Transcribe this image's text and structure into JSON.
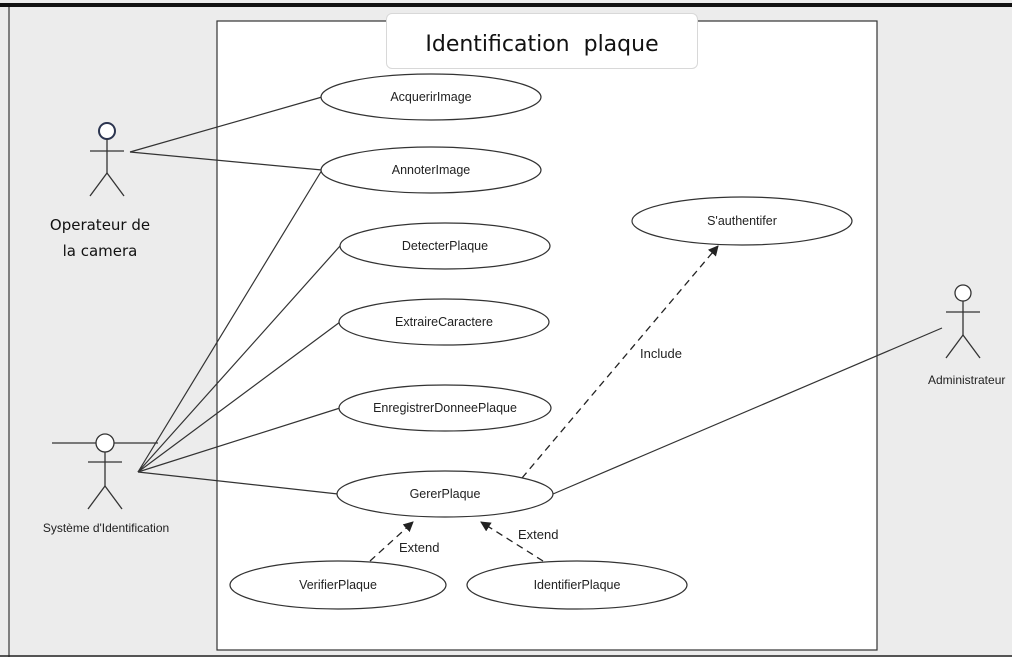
{
  "title": "Identification  plaque",
  "actors": {
    "operateur": {
      "line1": "Operateur de",
      "line2": "la camera"
    },
    "systeme": "Système d'Identification",
    "administrateur": "Administrateur"
  },
  "use_cases": {
    "acquerir": "AcquerirImage",
    "annoter": "AnnoterImage",
    "detecter": "DetecterPlaque",
    "extraire": "ExtraireCaractere",
    "enregistrer": "EnregistrerDonneePlaque",
    "gerer": "GererPlaque",
    "authentifier": "S'authentifer",
    "verifier": "VerifierPlaque",
    "identifier": "IdentifierPlaque"
  },
  "relations": {
    "include": "Include",
    "extend_verifier": "Extend",
    "extend_identifier": "Extend"
  },
  "colors": {
    "background": "#ececec",
    "system_box": "#ffffff",
    "stroke": "#333333",
    "operator_head": "#2c3550"
  }
}
